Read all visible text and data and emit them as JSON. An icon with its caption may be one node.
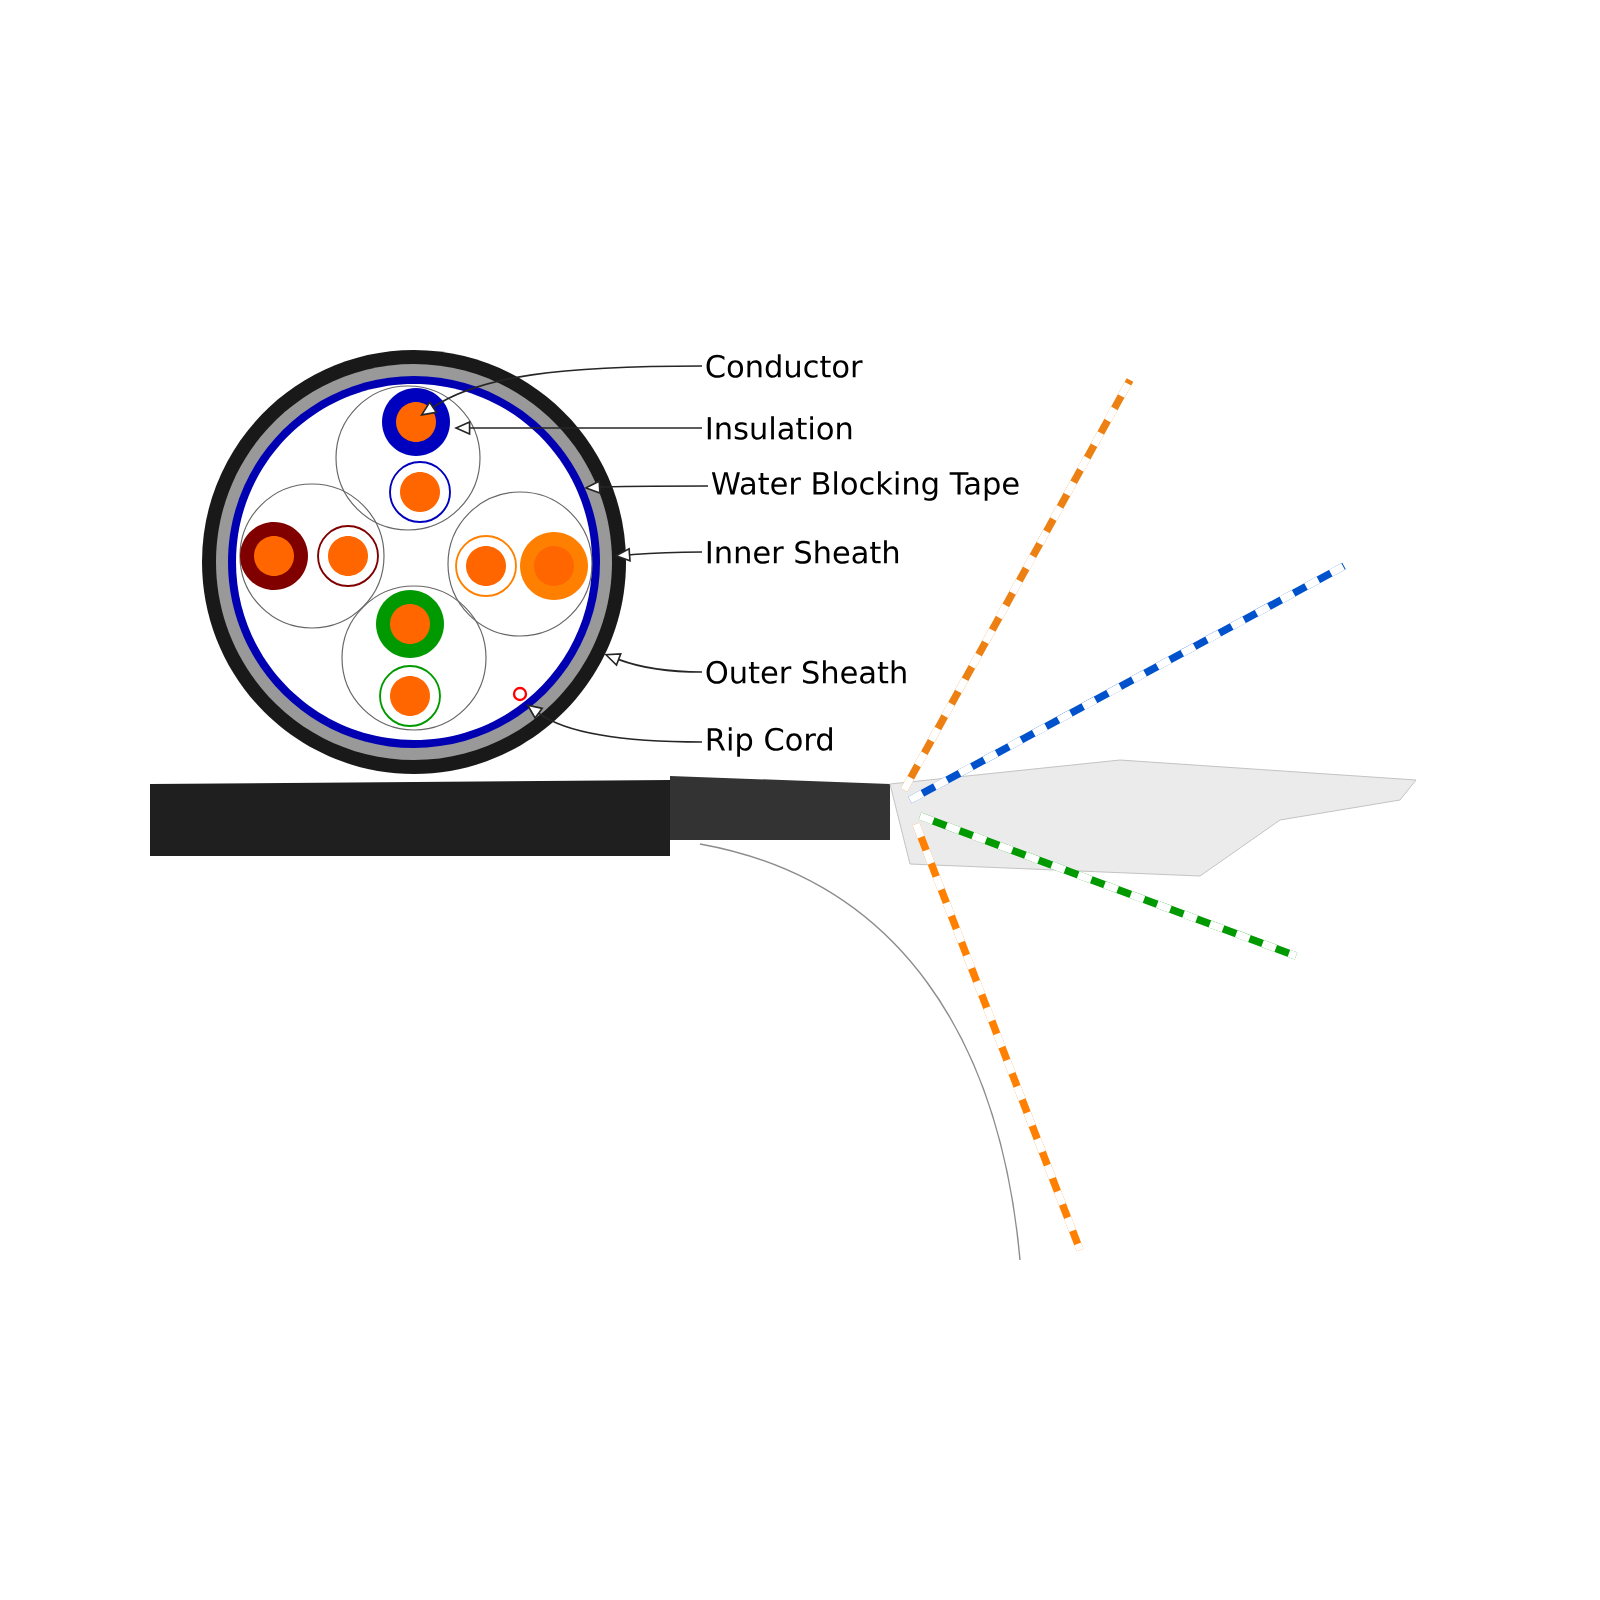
{
  "diagram": {
    "nodes": [
      {
        "text": [
          "Conductor"
        ]
      },
      {
        "text": [
          "Insulation"
        ]
      },
      {
        "text": [
          "Water Blocking Tape"
        ]
      },
      {
        "text": [
          "Inner Sheath"
        ]
      },
      {
        "text": [
          "Outer Sheath"
        ]
      },
      {
        "text": [
          "Rip Cord"
        ]
      }
    ],
    "edges": [
      {
        "from": 0,
        "to": null,
        "arrow": "to"
      },
      {
        "from": 1,
        "to": null,
        "arrow": "to"
      },
      {
        "from": 2,
        "to": null,
        "arrow": "to"
      },
      {
        "from": 3,
        "to": null,
        "arrow": "to"
      },
      {
        "from": 4,
        "to": null,
        "arrow": "to"
      },
      {
        "from": 5,
        "to": null,
        "arrow": "to"
      }
    ]
  }
}
